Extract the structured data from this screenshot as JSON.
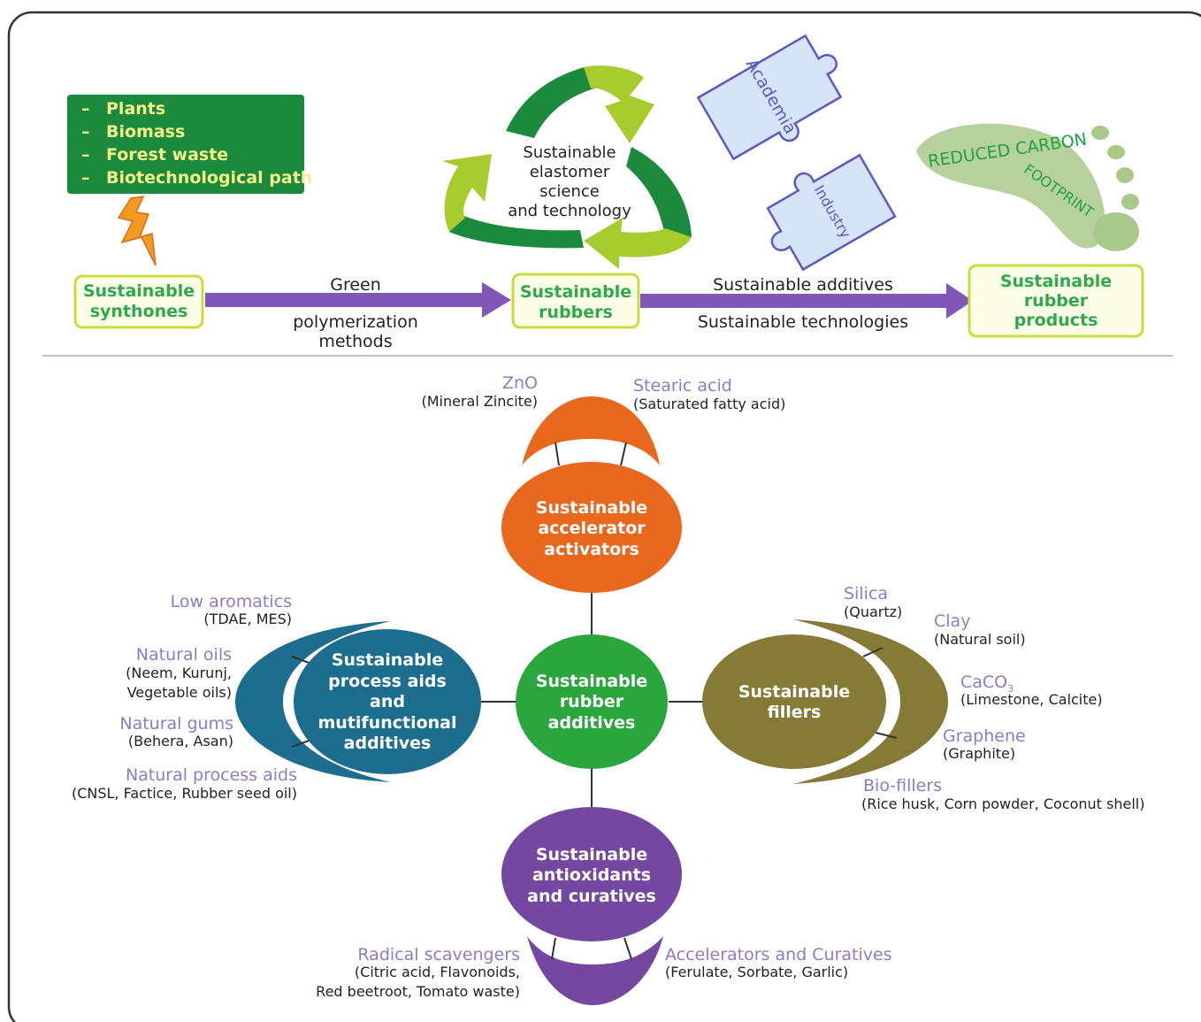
{
  "top": {
    "sources": [
      "Plants",
      "Biomass",
      "Forest waste",
      "Biotechnological path"
    ],
    "synthones": [
      "Sustainable",
      "synthones"
    ],
    "arrow1_top": "Green",
    "arrow1_bottom": [
      "polymerization",
      "methods"
    ],
    "cycle_text": [
      "Sustainable",
      "elastomer",
      "science",
      "and technology"
    ],
    "rubbers": [
      "Sustainable",
      "rubbers"
    ],
    "puzzle_top": "Academia",
    "puzzle_bottom": "Industry",
    "footprint_text": [
      "REDUCED CARBON",
      "FOOTPRINT"
    ],
    "arrow2_top": "Sustainable additives",
    "arrow2_bottom": "Sustainable technologies",
    "products": [
      "Sustainable",
      "rubber",
      "products"
    ]
  },
  "center": {
    "label": [
      "Sustainable",
      "rubber",
      "additives"
    ],
    "color": "#2aa63c"
  },
  "accelerator": {
    "label": [
      "Sustainable",
      "accelerator",
      "activators"
    ],
    "color": "#e8681e",
    "items": [
      {
        "name": "ZnO",
        "desc": "(Mineral Zincite)"
      },
      {
        "name": "Stearic acid",
        "desc": "(Saturated fatty acid)"
      }
    ]
  },
  "process": {
    "label": [
      "Sustainable",
      "process aids",
      "and",
      "mutifunctional",
      "additives"
    ],
    "color": "#1d6d8f",
    "items": [
      {
        "name": "Low aromatics",
        "desc": [
          "(TDAE, MES)"
        ]
      },
      {
        "name": "Natural oils",
        "desc": [
          "(Neem, Kurunj,",
          "Vegetable oils)"
        ]
      },
      {
        "name": "Natural gums",
        "desc": [
          "(Behera, Asan)"
        ]
      },
      {
        "name": "Natural process aids",
        "desc": [
          "(CNSL, Factice, Rubber seed oil)"
        ]
      }
    ]
  },
  "fillers": {
    "label": [
      "Sustainable",
      "fillers"
    ],
    "color": "#857a36",
    "items": [
      {
        "name": "Silica",
        "desc": "(Quartz)"
      },
      {
        "name": "Clay",
        "desc": "(Natural soil)"
      },
      {
        "name": "CaCO",
        "sub": "3",
        "desc": "(Limestone, Calcite)"
      },
      {
        "name": "Graphene",
        "desc": "(Graphite)"
      },
      {
        "name": "Bio-fillers",
        "desc": "(Rice husk, Corn powder, Coconut shell)"
      }
    ]
  },
  "antiox": {
    "label": [
      "Sustainable",
      "antioxidants",
      "and curatives"
    ],
    "color": "#7448a0",
    "items": [
      {
        "name": "Radical scavengers",
        "desc": [
          "(Citric acid, Flavonoids,",
          "Red beetroot, Tomato waste)"
        ]
      },
      {
        "name": "Accelerators and Curatives",
        "desc": [
          "(Ferulate, Sorbate, Garlic)"
        ]
      }
    ]
  },
  "colors": {
    "arrow": "#7e57b8",
    "box_border": "#c7dd3f",
    "box_fill": "#fbfde6",
    "green_dark": "#1c8a3c",
    "lime": "#a8cc2e",
    "puzzle_fill": "#d5e4f7",
    "puzzle_stroke": "#5c59c6",
    "footprint": "#a9c98a"
  }
}
